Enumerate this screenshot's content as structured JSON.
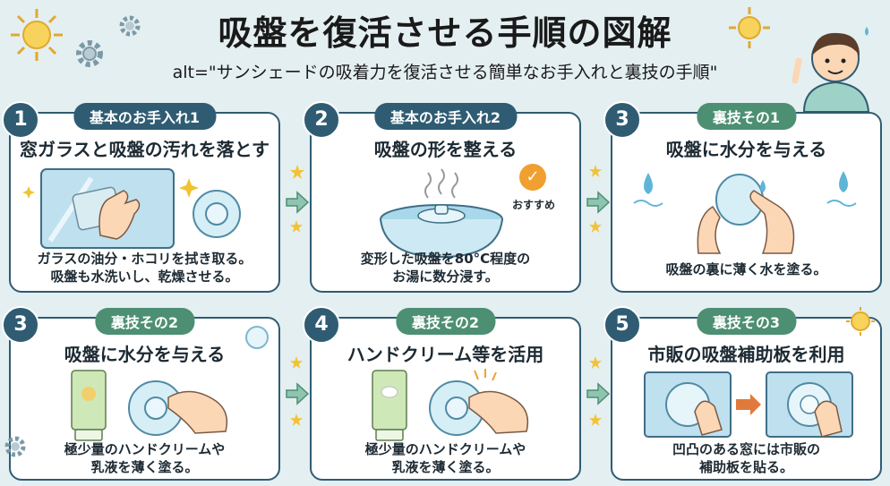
{
  "header": {
    "title": "吸盤を復活させる手順の図解",
    "subtitle": "alt=\"サンシェードの吸着力を復活させる簡単なお手入れと裏技の手順\""
  },
  "cards": [
    {
      "number": "1",
      "tag": "基本のお手入れ1",
      "heading": "窓ガラスと吸盤の汚れを落とす",
      "text": "ガラスの油分・ホコリを拭き取る。\n吸盤も水洗いし、乾燥させる。"
    },
    {
      "number": "2",
      "tag": "基本のお手入れ2",
      "heading": "吸盤の形を整える",
      "text": "変形した吸盤を80°C程度の\nお湯に数分浸す。"
    },
    {
      "number": "3",
      "tag": "裏技その1",
      "heading": "吸盤に水分を与える",
      "text": "吸盤の裏に薄く水を塗る。"
    },
    {
      "number": "3",
      "tag": "裏技その2",
      "heading": "吸盤に水分を与える",
      "text": "極少量のハンドクリームや\n乳液を薄く塗る。"
    },
    {
      "number": "4",
      "tag": "裏技その2",
      "heading": "ハンドクリーム等を活用",
      "text": "極少量のハンドクリームや\n乳液を薄く塗る。"
    },
    {
      "number": "5",
      "tag": "裏技その3",
      "heading": "市販の吸盤補助板を利用",
      "text": "凹凸のある窓には市販の\n補助板を貼る。"
    }
  ],
  "badge": {
    "label": "おすすめ",
    "icon": "check-icon"
  },
  "colors": {
    "navy": "#2f5c73",
    "green": "#4d8f73",
    "background": "#e4eff1",
    "accent": "#f0a030"
  }
}
